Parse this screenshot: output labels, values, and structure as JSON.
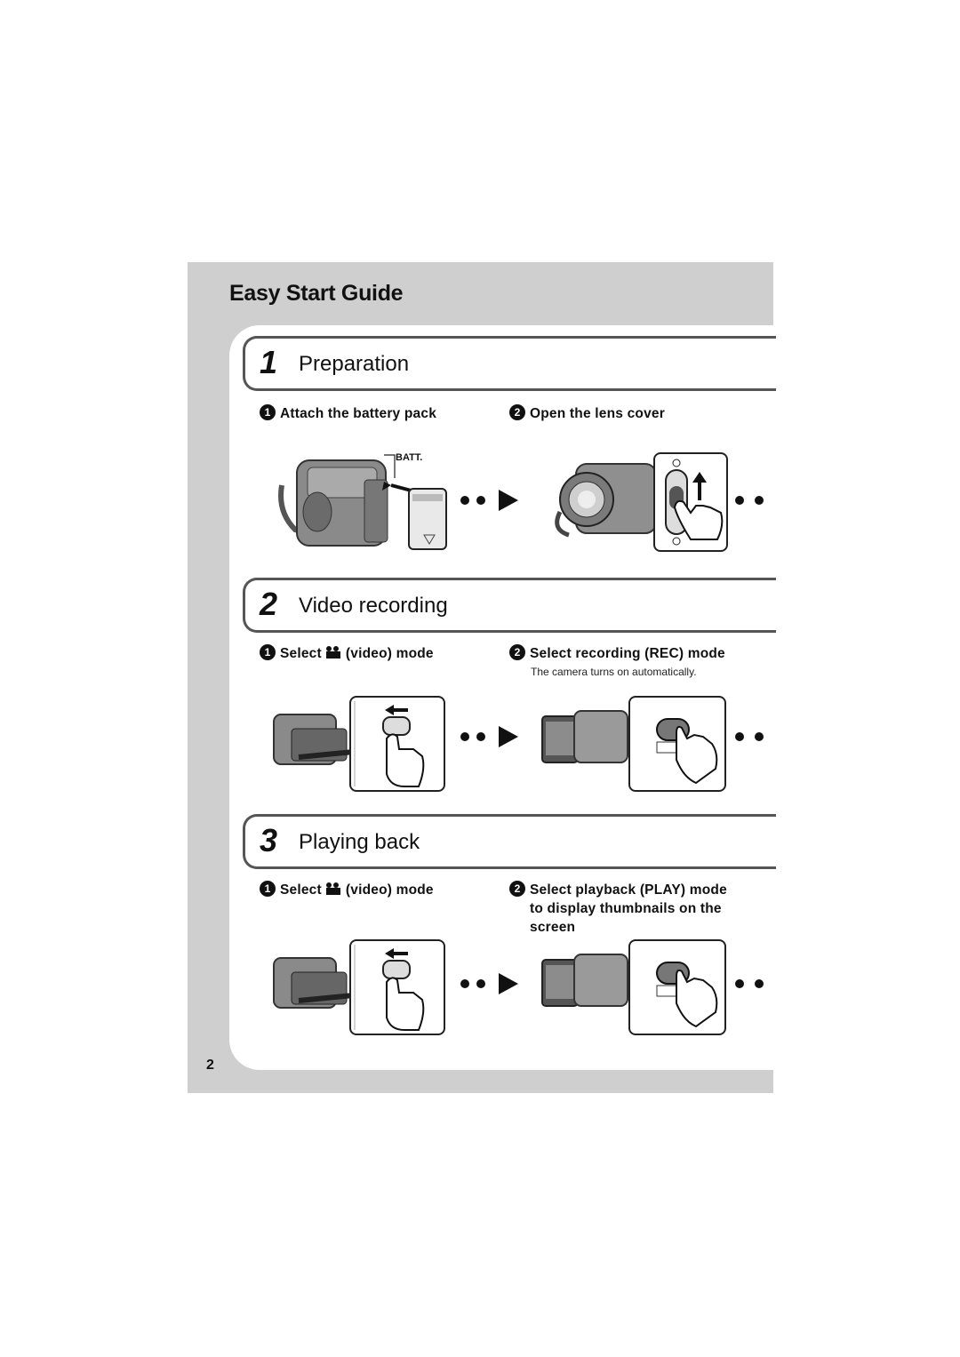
{
  "header": {
    "title": "Easy Start Guide"
  },
  "page_number": "2",
  "sections": [
    {
      "number": "1",
      "title": "Preparation",
      "steps": [
        {
          "num": "1",
          "text": "Attach the battery pack"
        },
        {
          "num": "2",
          "text": "Open the lens cover"
        }
      ],
      "label": "BATT."
    },
    {
      "number": "2",
      "title": "Video recording",
      "steps": [
        {
          "num": "1",
          "text_before": "Select",
          "text_after": "(video) mode"
        },
        {
          "num": "2",
          "text": "Select recording (REC) mode"
        }
      ],
      "note": "The camera turns on automatically."
    },
    {
      "number": "3",
      "title": "Playing back",
      "steps": [
        {
          "num": "1",
          "text_before": "Select",
          "text_after": "(video) mode"
        },
        {
          "num": "2",
          "text": "Select playback (PLAY) mode to display thumbnails on the screen"
        }
      ]
    }
  ],
  "icons": [
    "video-camera-icon",
    "arrow-right-icon",
    "hand-icon"
  ]
}
